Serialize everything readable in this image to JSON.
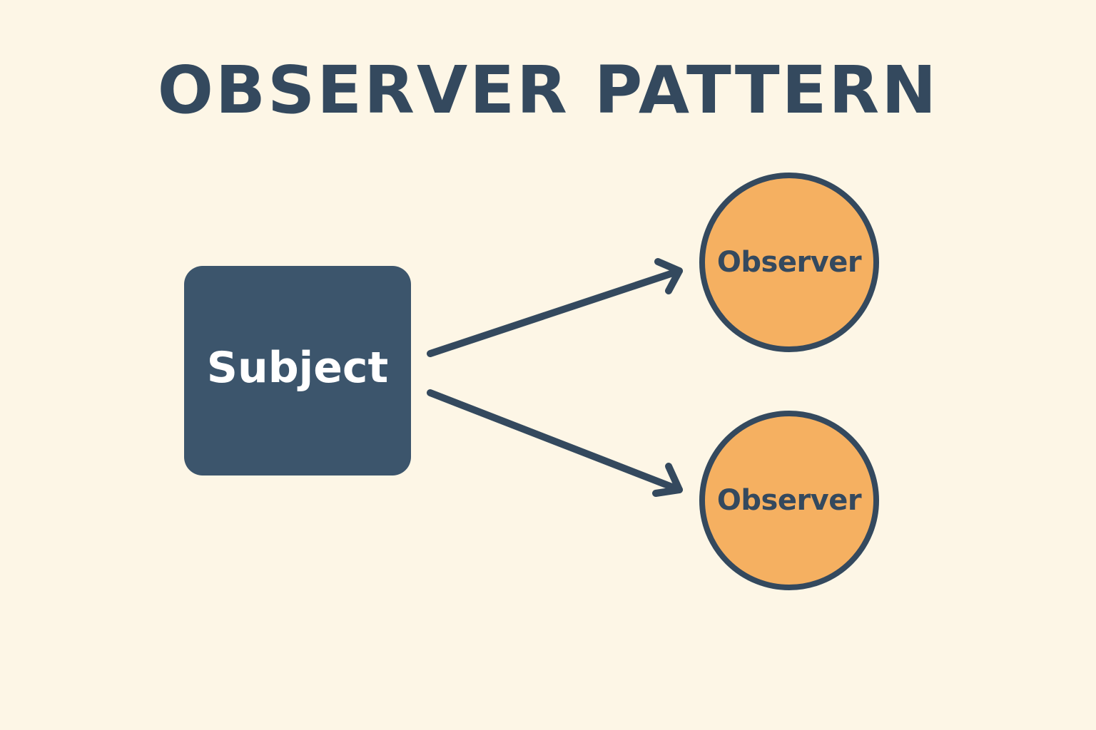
{
  "title": "OBSERVER PATTERN",
  "subject": {
    "label": "Subject"
  },
  "observers": [
    {
      "label": "Observer"
    },
    {
      "label": "Observer"
    }
  ],
  "colors": {
    "background": "#fdf6e6",
    "primary_dark": "#34495e",
    "subject_fill": "#3c556c",
    "observer_fill": "#f5b061",
    "subject_text": "#ffffff"
  },
  "icons": [
    "arrow-right-icon",
    "arrow-right-icon"
  ]
}
